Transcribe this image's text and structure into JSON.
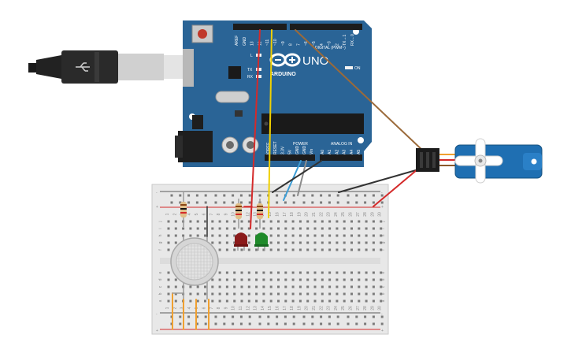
{
  "board": {
    "model_label": "UNO",
    "brand_label": "ARDUINO",
    "digital_label": "DIGITAL (PWM~)",
    "power_label": "POWER",
    "analog_label": "ANALOG IN",
    "on_label": "ON",
    "led_labels": [
      "L",
      "TX",
      "RX"
    ],
    "digital_pins": [
      "AREF",
      "GND",
      "13",
      "12",
      "~11",
      "~10",
      "~9",
      "8",
      "7",
      "~6",
      "~5",
      "4",
      "~3",
      "2",
      "TX→1",
      "RX←0"
    ],
    "power_pins": [
      "IOREF",
      "RESET",
      "3.3V",
      "5V",
      "GND",
      "GND",
      "Vin"
    ],
    "analog_pins": [
      "A0",
      "A1",
      "A2",
      "A3",
      "A4",
      "A5"
    ],
    "colors": {
      "board": "#2a6496",
      "header": "#1c1c1c",
      "chip": "#1a1a1a"
    }
  },
  "breadboard": {
    "column_numbers": [
      "1",
      "2",
      "3",
      "4",
      "5",
      "6",
      "7",
      "8",
      "9",
      "10",
      "11",
      "12",
      "13",
      "14",
      "15",
      "16",
      "17",
      "18",
      "19",
      "20",
      "21",
      "22",
      "23",
      "24",
      "25",
      "26",
      "27",
      "28",
      "29",
      "30"
    ],
    "top_rows": [
      "j",
      "i",
      "h",
      "g",
      "f"
    ],
    "bottom_rows": [
      "e",
      "d",
      "c",
      "b",
      "a"
    ],
    "rail_plus": "+",
    "rail_minus": "-"
  },
  "components": {
    "usb_cable": "usb-cable",
    "gas_sensor": "gas-sensor",
    "red_led": "red-led",
    "green_led": "green-led",
    "servo": "servo-motor",
    "resistor_count": 3
  },
  "wire_colors": {
    "red": "#d42a2a",
    "yellow": "#f0d000",
    "brown": "#9b6a3a",
    "blue": "#3b9dd6",
    "black": "#333333",
    "orange": "#f0a030",
    "gray": "#8c8c8c"
  }
}
